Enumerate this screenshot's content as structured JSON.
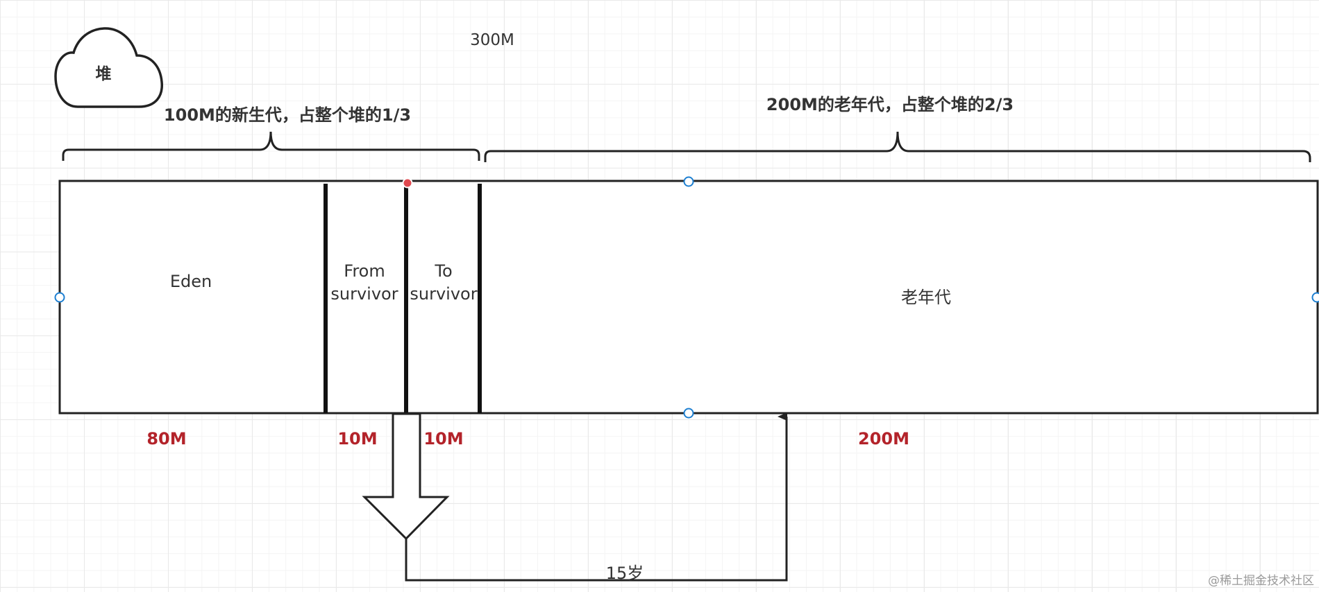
{
  "diagram": {
    "heap_label": "堆",
    "total_label": "300M",
    "young_gen_brace_label": "100M的新生代，占整个堆的1/3",
    "old_gen_brace_label": "200M的老年代，占整个堆的2/3",
    "regions": {
      "eden": "Eden",
      "from_survivor_line1": "From",
      "from_survivor_line2": "survivor",
      "to_survivor_line1": "To",
      "to_survivor_line2": "survivor",
      "old_gen": "老年代"
    },
    "sizes": {
      "eden": "80M",
      "from_survivor": "10M",
      "to_survivor": "10M",
      "old_gen": "200M"
    },
    "promotion_age_label": "15岁",
    "colors": {
      "stroke": "#222222",
      "size_label": "#b3232a",
      "handle": "#1d7fd1",
      "selected_handle": "#e0494f"
    }
  },
  "watermark": "@稀土掘金技术社区"
}
